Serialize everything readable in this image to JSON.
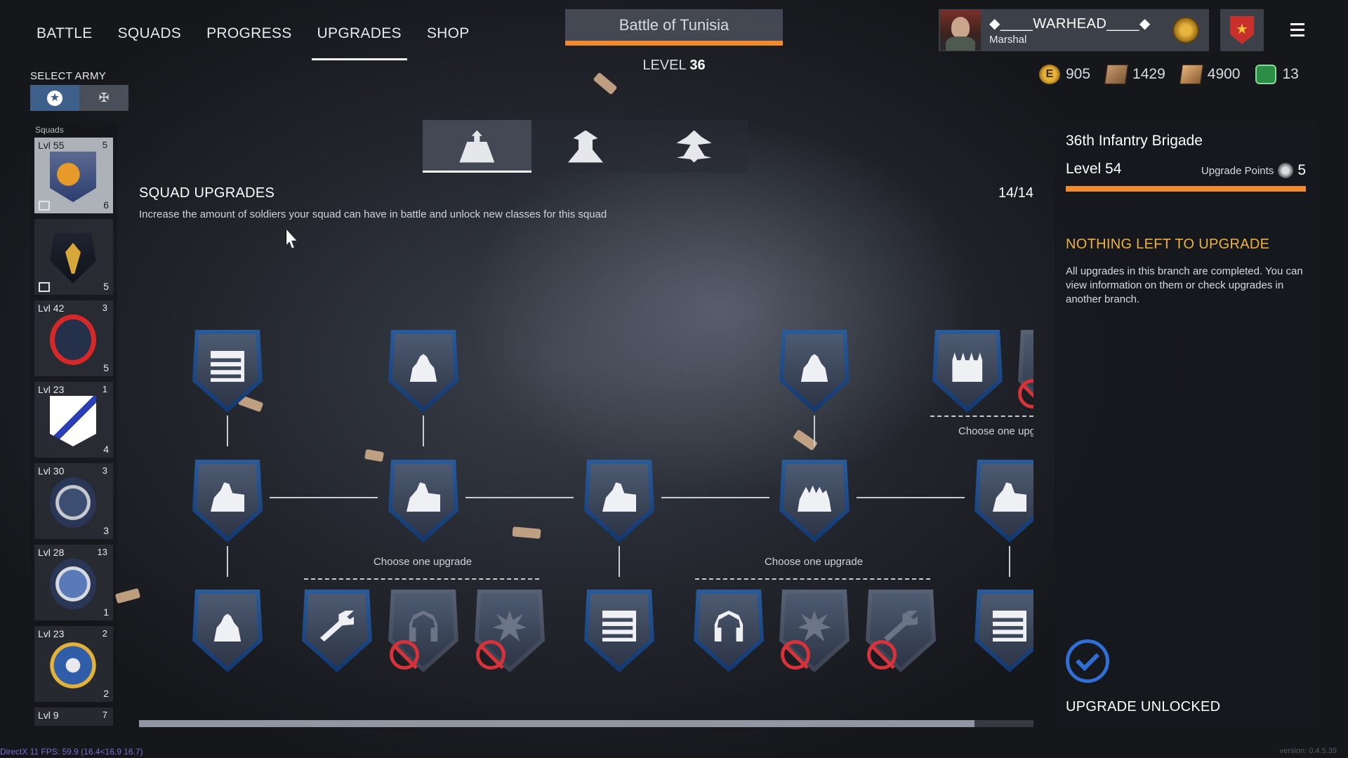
{
  "nav": {
    "tabs": [
      "BATTLE",
      "SQUADS",
      "PROGRESS",
      "UPGRADES",
      "SHOP"
    ],
    "active": "UPGRADES"
  },
  "battle": {
    "name": "Battle of Tunisia",
    "level_label": "LEVEL",
    "level": "36",
    "accent": "#f08a2c"
  },
  "profile": {
    "name": "◆____WARHEAD____◆",
    "rank": "Marshal"
  },
  "currencies": [
    {
      "icon": "e-coin-icon",
      "value": "905"
    },
    {
      "icon": "squad-card-icon",
      "value": "1429"
    },
    {
      "icon": "weapon-card-icon",
      "value": "4900"
    },
    {
      "icon": "booster-clock-icon",
      "value": "13"
    }
  ],
  "army": {
    "label": "SELECT ARMY",
    "options": [
      "allies-star-icon",
      "axis-cross-icon"
    ],
    "active": 0
  },
  "squads": {
    "label": "Squads",
    "items": [
      {
        "lvl": "Lvl 55",
        "top": "5",
        "bottom": "6",
        "emblem": "axe-emblem",
        "active": true
      },
      {
        "lvl": "",
        "top": "",
        "bottom": "5",
        "emblem": "sas-emblem",
        "active": false
      },
      {
        "lvl": "Lvl 42",
        "top": "3",
        "bottom": "5",
        "emblem": "hd-emblem",
        "active": false
      },
      {
        "lvl": "Lvl 23",
        "top": "1",
        "bottom": "4",
        "emblem": "saltire-emblem",
        "active": false
      },
      {
        "lvl": "Lvl 30",
        "top": "3",
        "bottom": "3",
        "emblem": "raf-emblem",
        "active": false
      },
      {
        "lvl": "Lvl 28",
        "top": "13",
        "bottom": "1",
        "emblem": "raf-emblem-2",
        "active": false
      },
      {
        "lvl": "Lvl 23",
        "top": "2",
        "bottom": "2",
        "emblem": "usaaf-emblem",
        "active": false
      },
      {
        "lvl": "Lvl 9",
        "top": "7",
        "bottom": "",
        "emblem": "plane-emblem",
        "active": false
      }
    ]
  },
  "branches": [
    "squad-upgrade-icon",
    "soldier-upgrade-icon",
    "vehicle-upgrade-icon"
  ],
  "section": {
    "title": "SQUAD UPGRADES",
    "description": "Increase the amount of soldiers your squad can have in battle and unlock new classes for this squad",
    "count": "14/14"
  },
  "tree": {
    "choose_label": "Choose one upgrade",
    "choose_label_cut": "Choose one upg"
  },
  "panel": {
    "title": "36th Infantry Brigade",
    "level": "Level 54",
    "points_label": "Upgrade Points",
    "points": "5",
    "heading": "NOTHING LEFT TO UPGRADE",
    "text": "All upgrades in this branch are completed. You can view information on them or check upgrades in another branch.",
    "unlocked": "UPGRADE UNLOCKED"
  },
  "debug": {
    "fps": "DirectX 11 FPS: 59.9 (16.4<16.9 16.7)",
    "version": "version: 0.4.5.39"
  }
}
